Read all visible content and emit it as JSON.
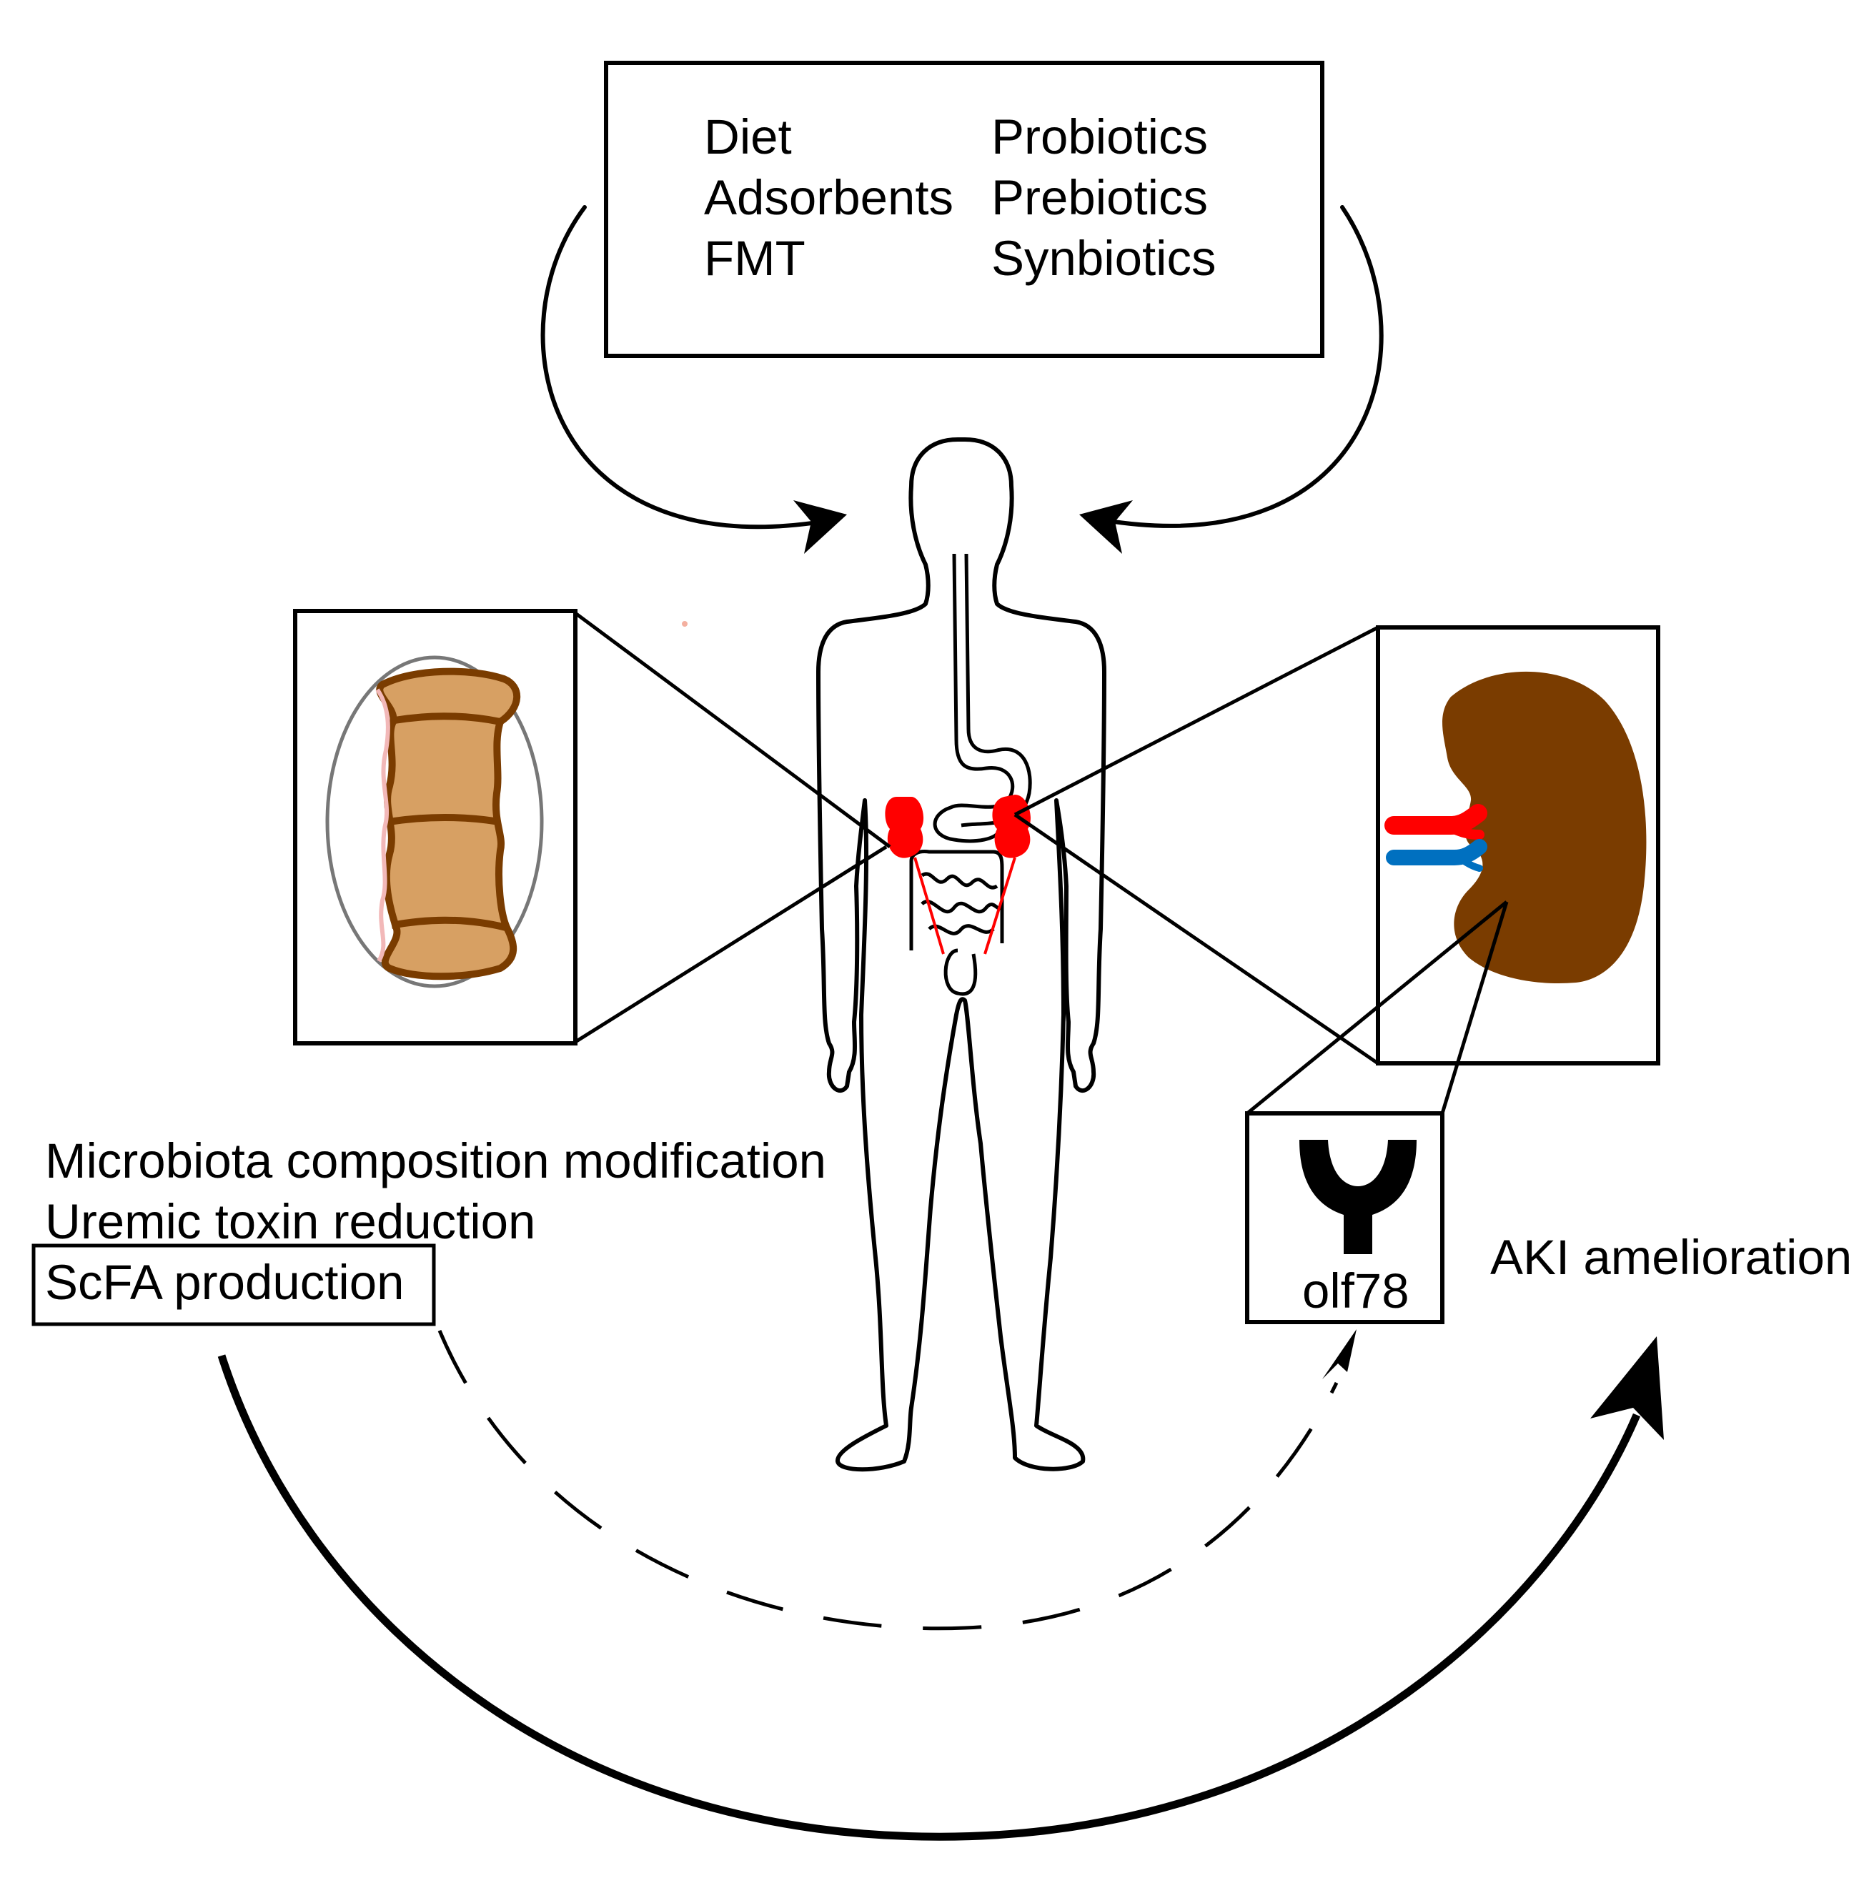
{
  "interventions": {
    "left": [
      "Diet",
      "Adsorbents",
      "FMT"
    ],
    "right": [
      "Probiotics",
      "Prebiotics",
      "Synbiotics"
    ]
  },
  "effects": {
    "microbiota": "Microbiota composition modification",
    "uremic": "Uremic toxin reduction",
    "scfa": "ScFA production"
  },
  "receptor": {
    "label": "olf78"
  },
  "outcome": {
    "label": "AKI amelioration"
  },
  "colors": {
    "kidney": "#7a3c00",
    "intestine_fill": "#d7a063",
    "intestine_stroke": "#7a3c00",
    "intestine_lining": "#f2b8b8",
    "organ_red": "#ff0000",
    "vessel_blue": "#0070c0",
    "line": "#000000",
    "ellipse": "#777777"
  }
}
